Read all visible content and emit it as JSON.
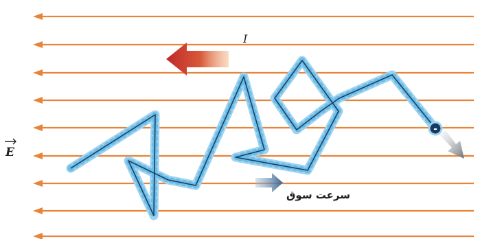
{
  "labels": {
    "field_symbol": "E",
    "current_symbol": "I",
    "drift_velocity": "سرعت سوق",
    "electron_charge": "-"
  },
  "colors": {
    "field_lines": "#e8833a",
    "current_arrow": "#c0282a",
    "drift_arrow": "#3b6591",
    "path": "#1c3f66",
    "path_glow": "#9fd3f0",
    "final_velocity_arrow": "#8a8f95"
  },
  "field_lines_count": 9
}
